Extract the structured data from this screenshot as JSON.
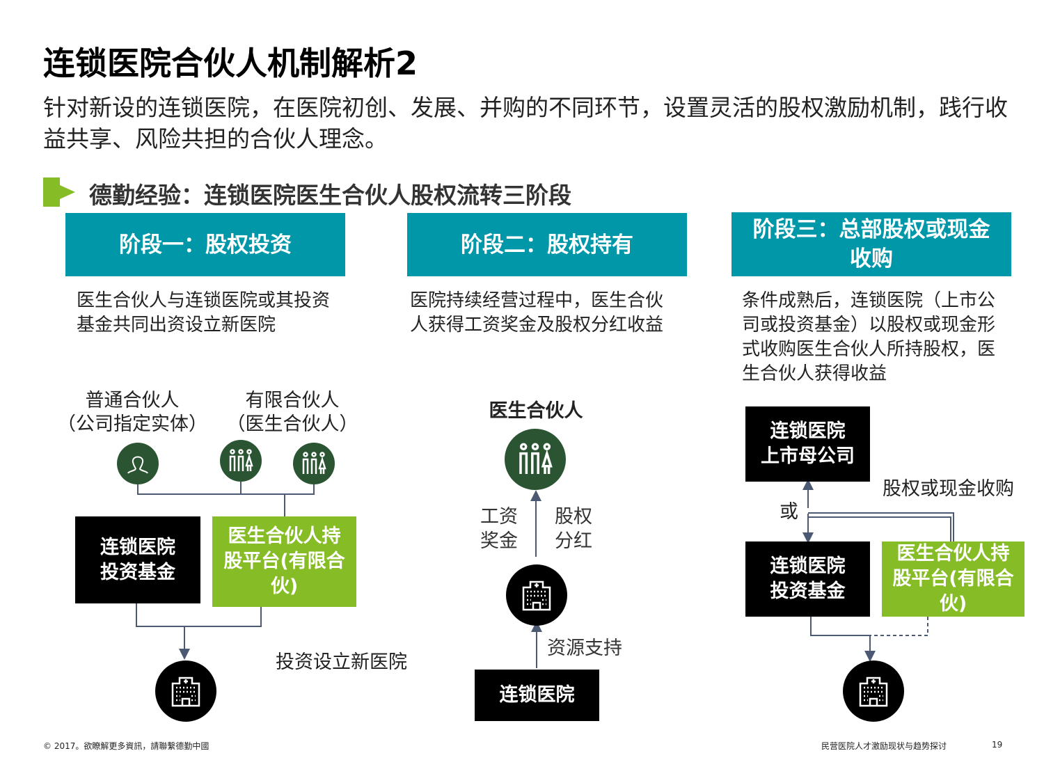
{
  "title": "连锁医院合伙人机制解析2",
  "subtitle": "针对新设的连锁医院，在医院初创、发展、并购的不同环节，设置灵活的股权激励机制，践行收益共享、风险共担的合伙人理念。",
  "section_heading": "德勤经验：连锁医院医生合伙人股权流转三阶段",
  "stages": [
    {
      "title": "阶段一：股权投资",
      "desc": "医生合伙人与连锁医院或其投资基金共同出资设立新医院"
    },
    {
      "title": "阶段二：股权持有",
      "desc": "医院持续经营过程中，医生合伙人获得工资奖金及股权分红收益"
    },
    {
      "title": "阶段三：总部股权或现金收购",
      "desc": "条件成熟后，连锁医院（上市公司或投资基金）以股权或现金形式收购医生合伙人所持股权，医生合伙人获得收益"
    }
  ],
  "stage1": {
    "gp_label": "普通合伙人",
    "gp_sub": "（公司指定实体）",
    "lp_label": "有限合伙人",
    "lp_sub": "（医生合伙人）",
    "fund": "连锁医院投资基金",
    "platform": "医生合伙人持股平台(有限合伙)",
    "invest_label": "投资设立新医院"
  },
  "stage2": {
    "partner_label": "医生合伙人",
    "salary": "工资\n奖金",
    "dividend": "股权\n分红",
    "support": "资源支持",
    "chain": "连锁医院"
  },
  "stage3": {
    "parent": "连锁医院\n上市母公司",
    "acquire_label": "股权或现金收购",
    "or_label": "或",
    "fund": "连锁医院\n投资基金",
    "platform": "医生合伙人持股平台(有限合伙)"
  },
  "footer": {
    "copyright": "© 2017。欲瞭解更多資訊，請聯繫德勤中國",
    "report": "民营医院人才激励现状与趋势探讨",
    "page": "19"
  },
  "colors": {
    "teal": "#0097A9",
    "green": "#86BC25",
    "dark_green": "#2B5532",
    "line": "#4B5A72"
  }
}
